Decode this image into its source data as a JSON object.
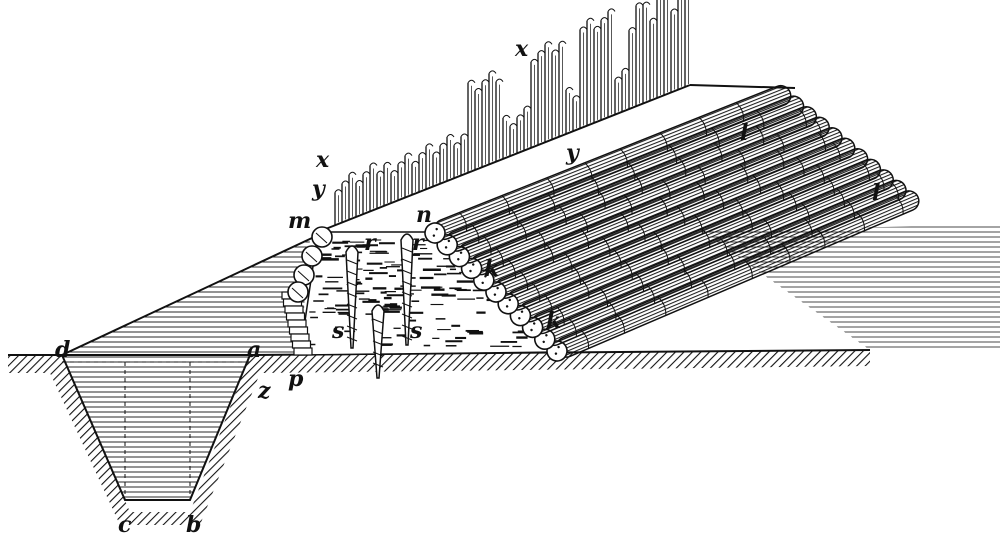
{
  "figure": {
    "labels": [
      {
        "id": "x1",
        "text": "x"
      },
      {
        "id": "x2",
        "text": "x"
      },
      {
        "id": "y1",
        "text": "y"
      },
      {
        "id": "y2",
        "text": "y"
      },
      {
        "id": "m",
        "text": "m"
      },
      {
        "id": "n",
        "text": "n"
      },
      {
        "id": "r1",
        "text": "r"
      },
      {
        "id": "r2",
        "text": "r"
      },
      {
        "id": "s1",
        "text": "s"
      },
      {
        "id": "s2",
        "text": "s"
      },
      {
        "id": "l1",
        "text": "l"
      },
      {
        "id": "l2",
        "text": "l"
      },
      {
        "id": "k1",
        "text": "k"
      },
      {
        "id": "k2",
        "text": "k"
      },
      {
        "id": "d",
        "text": "d"
      },
      {
        "id": "a",
        "text": "a"
      },
      {
        "id": "p",
        "text": "p"
      },
      {
        "id": "z",
        "text": "z"
      },
      {
        "id": "c",
        "text": "c"
      },
      {
        "id": "b",
        "text": "b"
      }
    ],
    "ink_color": "#111111",
    "paper_color": "#ffffff",
    "log_count": 11
  }
}
